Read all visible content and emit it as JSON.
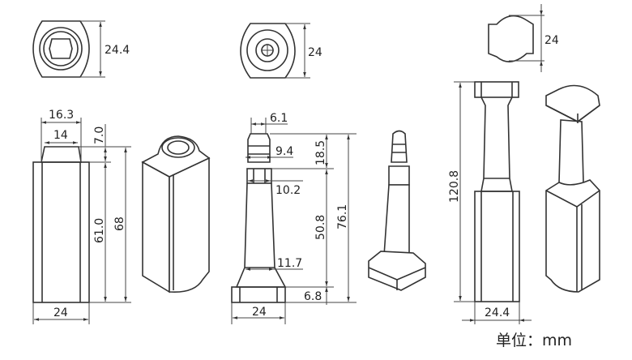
{
  "title": "Bolt seal dimension drawing",
  "unit_label": "单位：mm",
  "sleeve": {
    "top_width": "24.4",
    "cap_outer": "16.3",
    "cap_inner": "14",
    "cap_height": "7.0",
    "body_height": "61.0",
    "total_height": "68",
    "body_width": "24"
  },
  "bolt": {
    "top_width": "24",
    "tip_width": "6.1",
    "groove_width": "9.4",
    "neck_width": "10.2",
    "shaft_base_width": "11.7",
    "head_height": "6.8",
    "head_width": "24",
    "tip_length": "18.5",
    "shaft_length": "50.8",
    "total_length": "76.1"
  },
  "assembled": {
    "top_width": "24",
    "total_length": "120.8",
    "body_width": "24.4"
  }
}
